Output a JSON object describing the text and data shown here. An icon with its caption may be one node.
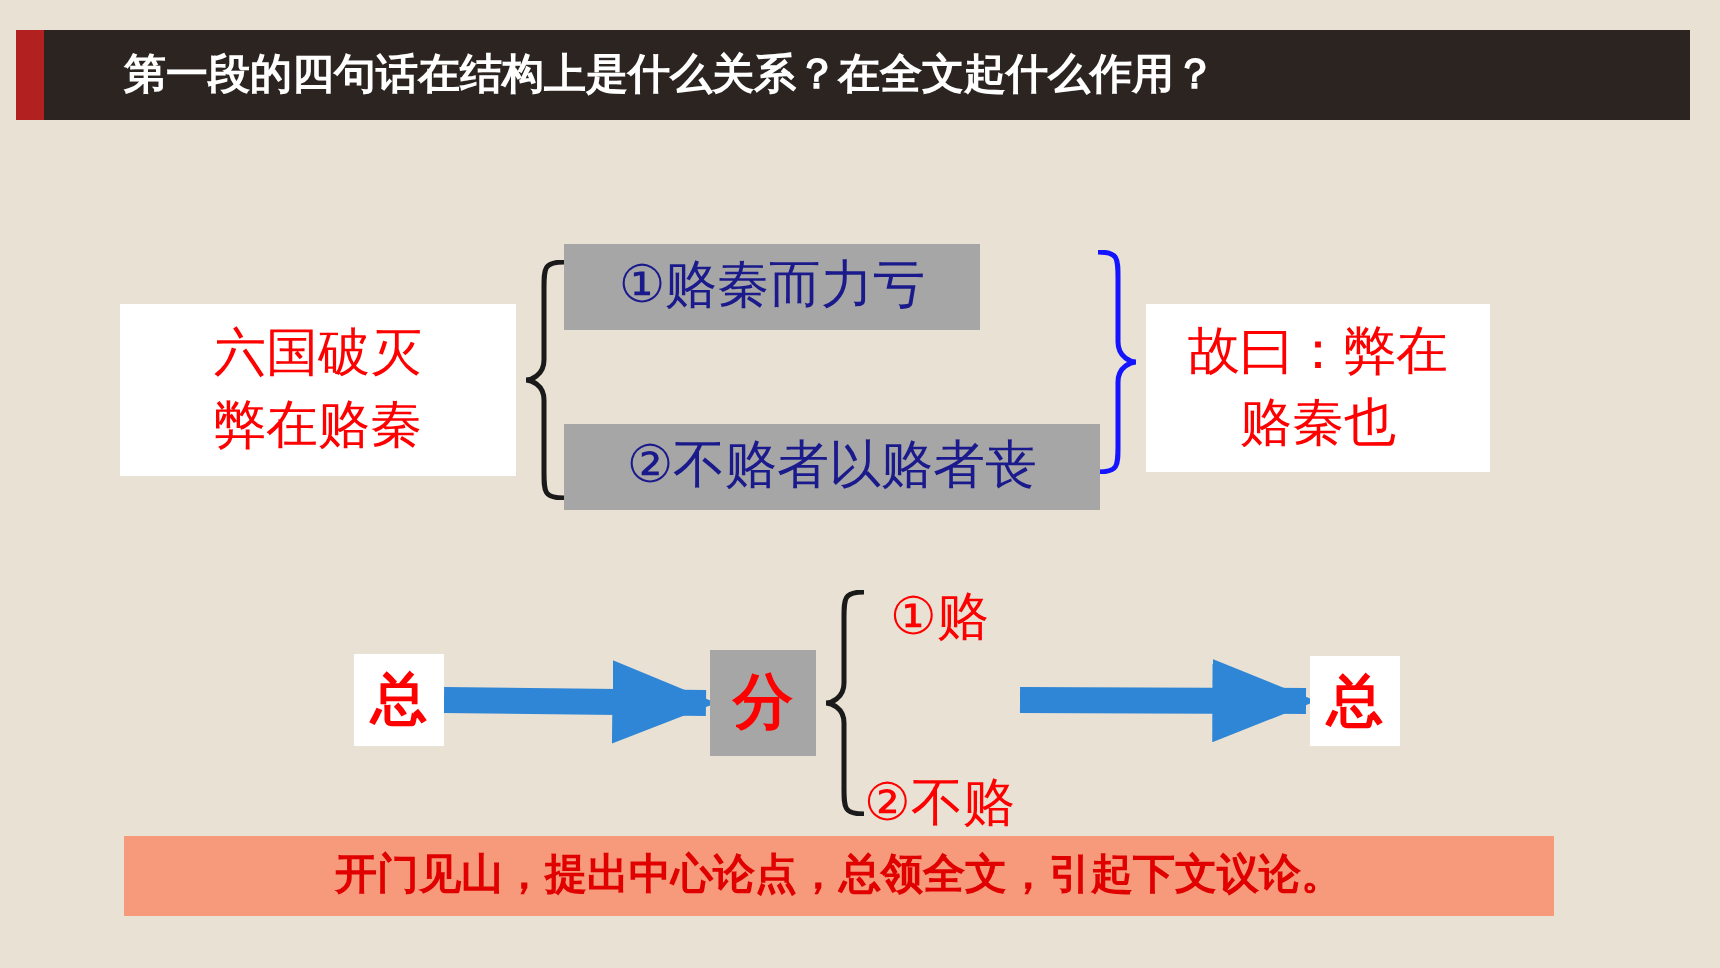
{
  "diagram": {
    "title": "第一段的四句话在结构上是什么关系？在全文起什么作用？",
    "nodes": [
      {
        "text": [
          "六国破灭弊在赂秦"
        ]
      },
      {
        "text": [
          "①赂秦而力亏"
        ]
      },
      {
        "text": [
          "②不赂者以赂者丧"
        ]
      },
      {
        "text": [
          "故曰：弊在赂秦也"
        ]
      },
      {
        "text": [
          "总"
        ]
      },
      {
        "text": [
          "分"
        ]
      },
      {
        "text": [
          "总"
        ]
      },
      {
        "text": [
          "开门见山，提出中心论点，总领全文，引起下文议论。"
        ]
      }
    ],
    "edges": [
      {
        "from": 4,
        "to": 5,
        "arrow": "to"
      },
      {
        "from": null,
        "to": 6,
        "arrow": "to"
      }
    ],
    "labels": [
      "①赂",
      "②不赂"
    ]
  }
}
